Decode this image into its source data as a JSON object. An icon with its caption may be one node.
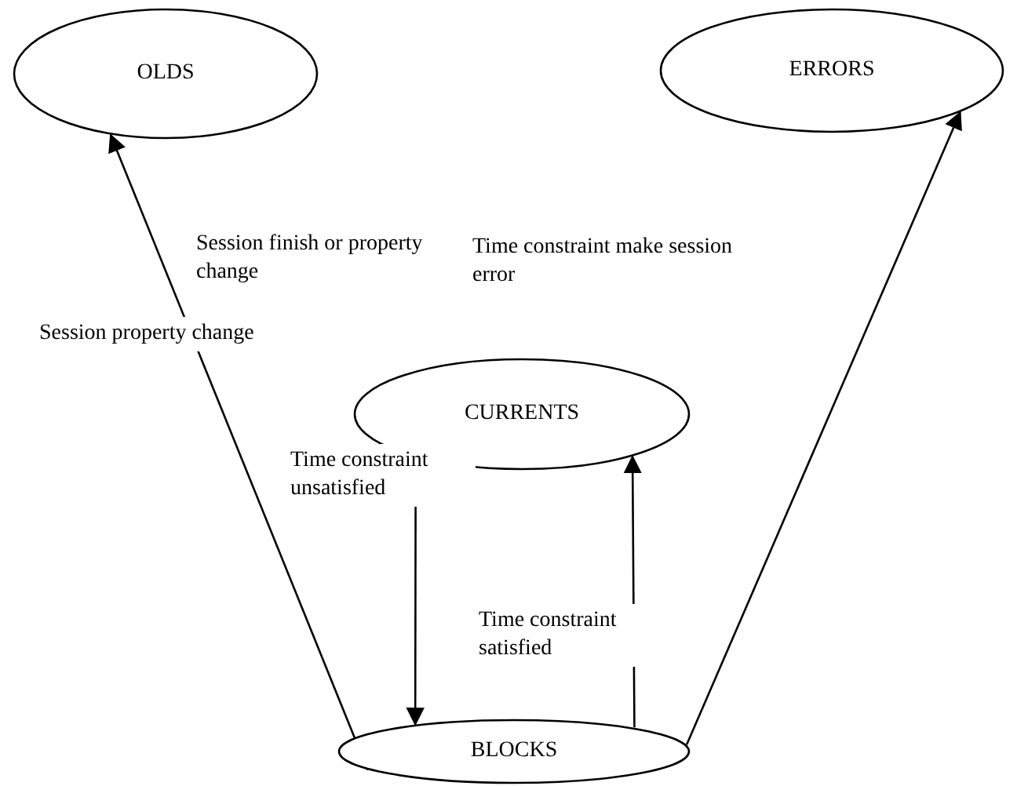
{
  "diagram": {
    "nodes": [
      {
        "text": [
          "OLDS"
        ]
      },
      {
        "text": [
          "ERRORS"
        ]
      },
      {
        "text": [
          "CURRENTS"
        ]
      },
      {
        "text": [
          "BLOCKS"
        ]
      }
    ],
    "edges": [
      {
        "from": 3,
        "to": 0,
        "arrow": "to",
        "label": "Session property change"
      },
      {
        "from": 3,
        "to": 1,
        "arrow": "to"
      },
      {
        "from": 2,
        "to": 3,
        "arrow": "to",
        "label": "Time constraint unsatisfied"
      },
      {
        "from": 3,
        "to": 2,
        "arrow": "to",
        "label": "Time constraint satisfied"
      }
    ],
    "labels": [
      "Session finish or property change",
      "Time constraint make session error"
    ]
  }
}
